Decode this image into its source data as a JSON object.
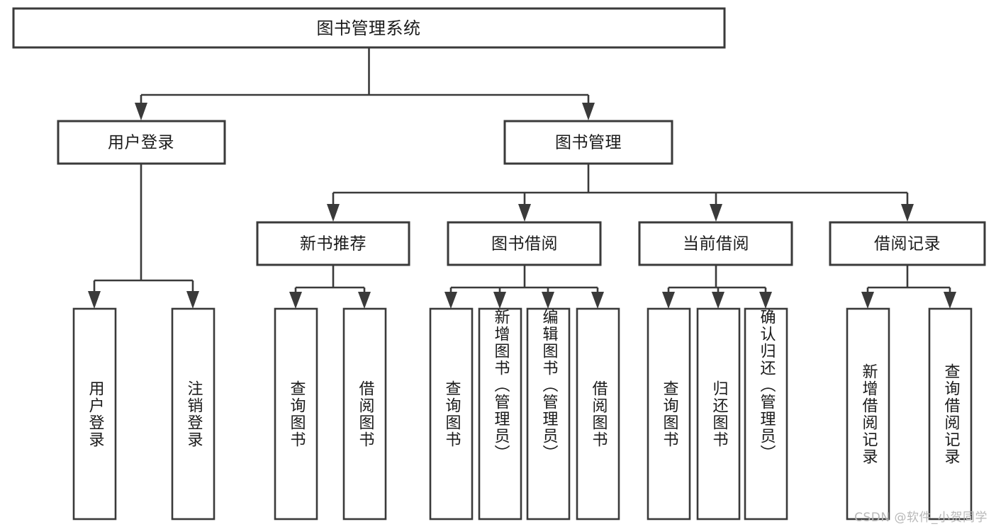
{
  "diagram": {
    "type": "tree-hierarchy",
    "orientation": "top-down",
    "title": "图书管理系统",
    "background_color": "#ffffff",
    "line_color": "#3a3a3a",
    "box_fill": "#ffffff",
    "text_color": "#1a1a1a"
  },
  "root": {
    "label": "图书管理系统"
  },
  "level2": [
    {
      "label": "用户登录"
    },
    {
      "label": "图书管理"
    }
  ],
  "level3": [
    {
      "label": "新书推荐"
    },
    {
      "label": "图书借阅"
    },
    {
      "label": "当前借阅"
    },
    {
      "label": "借阅记录"
    }
  ],
  "leaves": {
    "user_login": [
      {
        "label": "用户登录"
      },
      {
        "label": "注销登录"
      }
    ],
    "new_book_recommend": [
      {
        "label": "查询图书"
      },
      {
        "label": "借阅图书"
      }
    ],
    "book_borrow": [
      {
        "label": "查询图书"
      },
      {
        "label": "新增图书（管理员）"
      },
      {
        "label": "编辑图书（管理员）"
      },
      {
        "label": "借阅图书"
      }
    ],
    "current_borrow": [
      {
        "label": "查询图书"
      },
      {
        "label": "归还图书"
      },
      {
        "label": "确认归还（管理员）"
      }
    ],
    "borrow_records": [
      {
        "label": "新增借阅记录"
      },
      {
        "label": "查询借阅记录"
      }
    ]
  },
  "watermark": {
    "text": "CSDN @软件_小贺同学"
  }
}
